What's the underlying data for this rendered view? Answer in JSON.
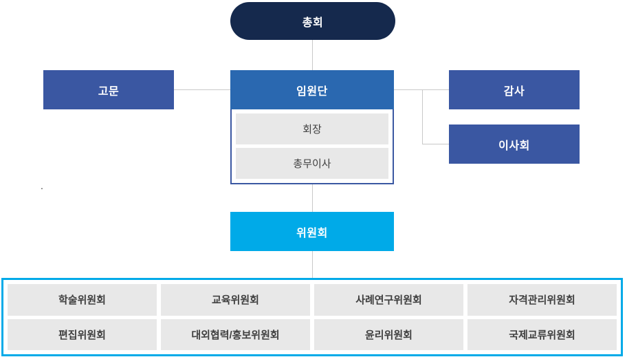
{
  "colors": {
    "navy": "#15294D",
    "indigo": "#3A57A2",
    "blue": "#2A68B0",
    "cyan": "#00AAE8",
    "box_gray": "#E8E8E8",
    "box_text": "#3F3F3F",
    "line": "#C8C8C8"
  },
  "org": {
    "root": "총회",
    "advisor": "고문",
    "executive": {
      "title": "임원단",
      "members": [
        "회장",
        "총무이사"
      ]
    },
    "auditor": "감사",
    "board": "이사회",
    "committee": "위원회",
    "committees": [
      "학술위원회",
      "교육위원회",
      "사례연구위원회",
      "자격관리위원회",
      "편집위원회",
      "대외협력/홍보위원회",
      "윤리위원회",
      "국제교류위원회"
    ]
  },
  "stray_dot": "."
}
